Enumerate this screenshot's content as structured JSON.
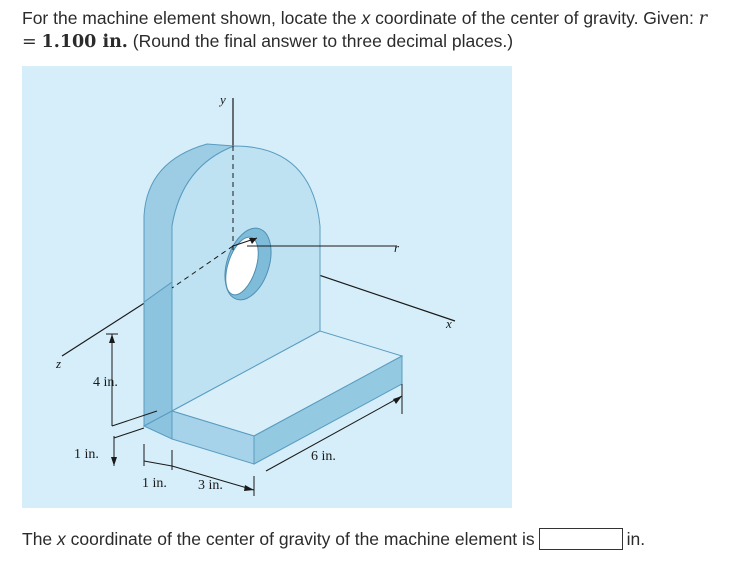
{
  "question": {
    "prefix": "For the machine element shown, locate the",
    "var_x": "x",
    "mid": "coordinate of the center of gravity. Given:",
    "given_var": "r",
    "given_eq": "=",
    "given_val": "1.100 in.",
    "suffix": "(Round the final answer to three decimal places.)"
  },
  "figure": {
    "axis_y": "y",
    "axis_x": "x",
    "axis_z": "z",
    "radius_label": "r",
    "dim_4in": "4 in.",
    "dim_1in_vert": "1 in.",
    "dim_1in_horiz": "1 in.",
    "dim_3in": "3 in.",
    "dim_6in": "6 in."
  },
  "answer": {
    "prefix": "The",
    "var_x": "x",
    "text": "coordinate of the center of gravity of the machine element is",
    "input_value": "",
    "unit": "in."
  },
  "colors": {
    "figure_bg": "#d5eef9",
    "part_fill": "#a7d3ea",
    "part_face": "#c3e4f4",
    "part_edge": "#5a9cc0"
  }
}
